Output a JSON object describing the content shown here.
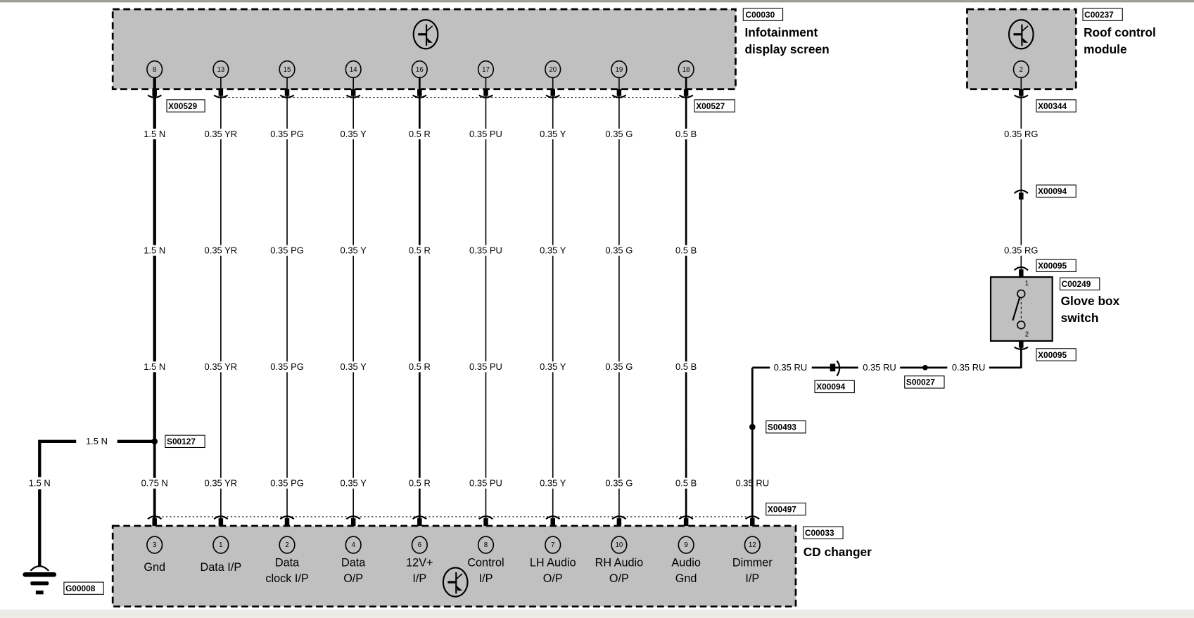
{
  "infotainment": {
    "ref": "C00030",
    "name_line1": "Infotainment",
    "name_line2": "display screen",
    "connector_left": "X00529",
    "connector_right": "X00527",
    "pins": [
      "8",
      "13",
      "15",
      "14",
      "16",
      "17",
      "20",
      "19",
      "18"
    ]
  },
  "wires_upper": [
    "1.5 N",
    "0.35 YR",
    "0.35 PG",
    "0.35 Y",
    "0.5 R",
    "0.35 PU",
    "0.35 Y",
    "0.35 G",
    "0.5 B"
  ],
  "wires_bottom": [
    "0.75 N",
    "0.35 YR",
    "0.35 PG",
    "0.35 Y",
    "0.5 R",
    "0.35 PU",
    "0.35 Y",
    "0.35 G",
    "0.5 B",
    "0.35 RU"
  ],
  "ground": {
    "splice": "S00127",
    "wire_h": "1.5 N",
    "wire_v": "1.5 N",
    "ref": "G00008"
  },
  "cd_changer": {
    "ref": "C00033",
    "name": "CD changer",
    "connector": "X00497",
    "pins": [
      {
        "num": "3",
        "l1": "Gnd",
        "l2": ""
      },
      {
        "num": "1",
        "l1": "Data I/P",
        "l2": ""
      },
      {
        "num": "2",
        "l1": "Data",
        "l2": "clock I/P"
      },
      {
        "num": "4",
        "l1": "Data",
        "l2": "O/P"
      },
      {
        "num": "6",
        "l1": "12V+",
        "l2": "I/P"
      },
      {
        "num": "8",
        "l1": "Control",
        "l2": "I/P"
      },
      {
        "num": "7",
        "l1": "LH Audio",
        "l2": "O/P"
      },
      {
        "num": "10",
        "l1": "RH Audio",
        "l2": "O/P"
      },
      {
        "num": "9",
        "l1": "Audio",
        "l2": "Gnd"
      },
      {
        "num": "12",
        "l1": "Dimmer",
        "l2": "I/P"
      }
    ]
  },
  "dimmer_path": {
    "splice_v": "S00493",
    "wire_1": "0.35 RU",
    "connector": "X00094",
    "wire_2": "0.35 RU",
    "splice_h": "S00027",
    "wire_3": "0.35 RU"
  },
  "roof": {
    "ref": "C00237",
    "name_line1": "Roof control",
    "name_line2": "module",
    "pin": "2",
    "connector_1": "X00344",
    "wire_1": "0.35 RG",
    "connector_2": "X00094",
    "wire_2": "0.35 RG",
    "connector_3": "X00095"
  },
  "glove_switch": {
    "ref": "C00249",
    "name_line1": "Glove box",
    "name_line2": "switch",
    "pin_1": "1",
    "pin_2": "2",
    "connector_bottom": "X00095"
  }
}
